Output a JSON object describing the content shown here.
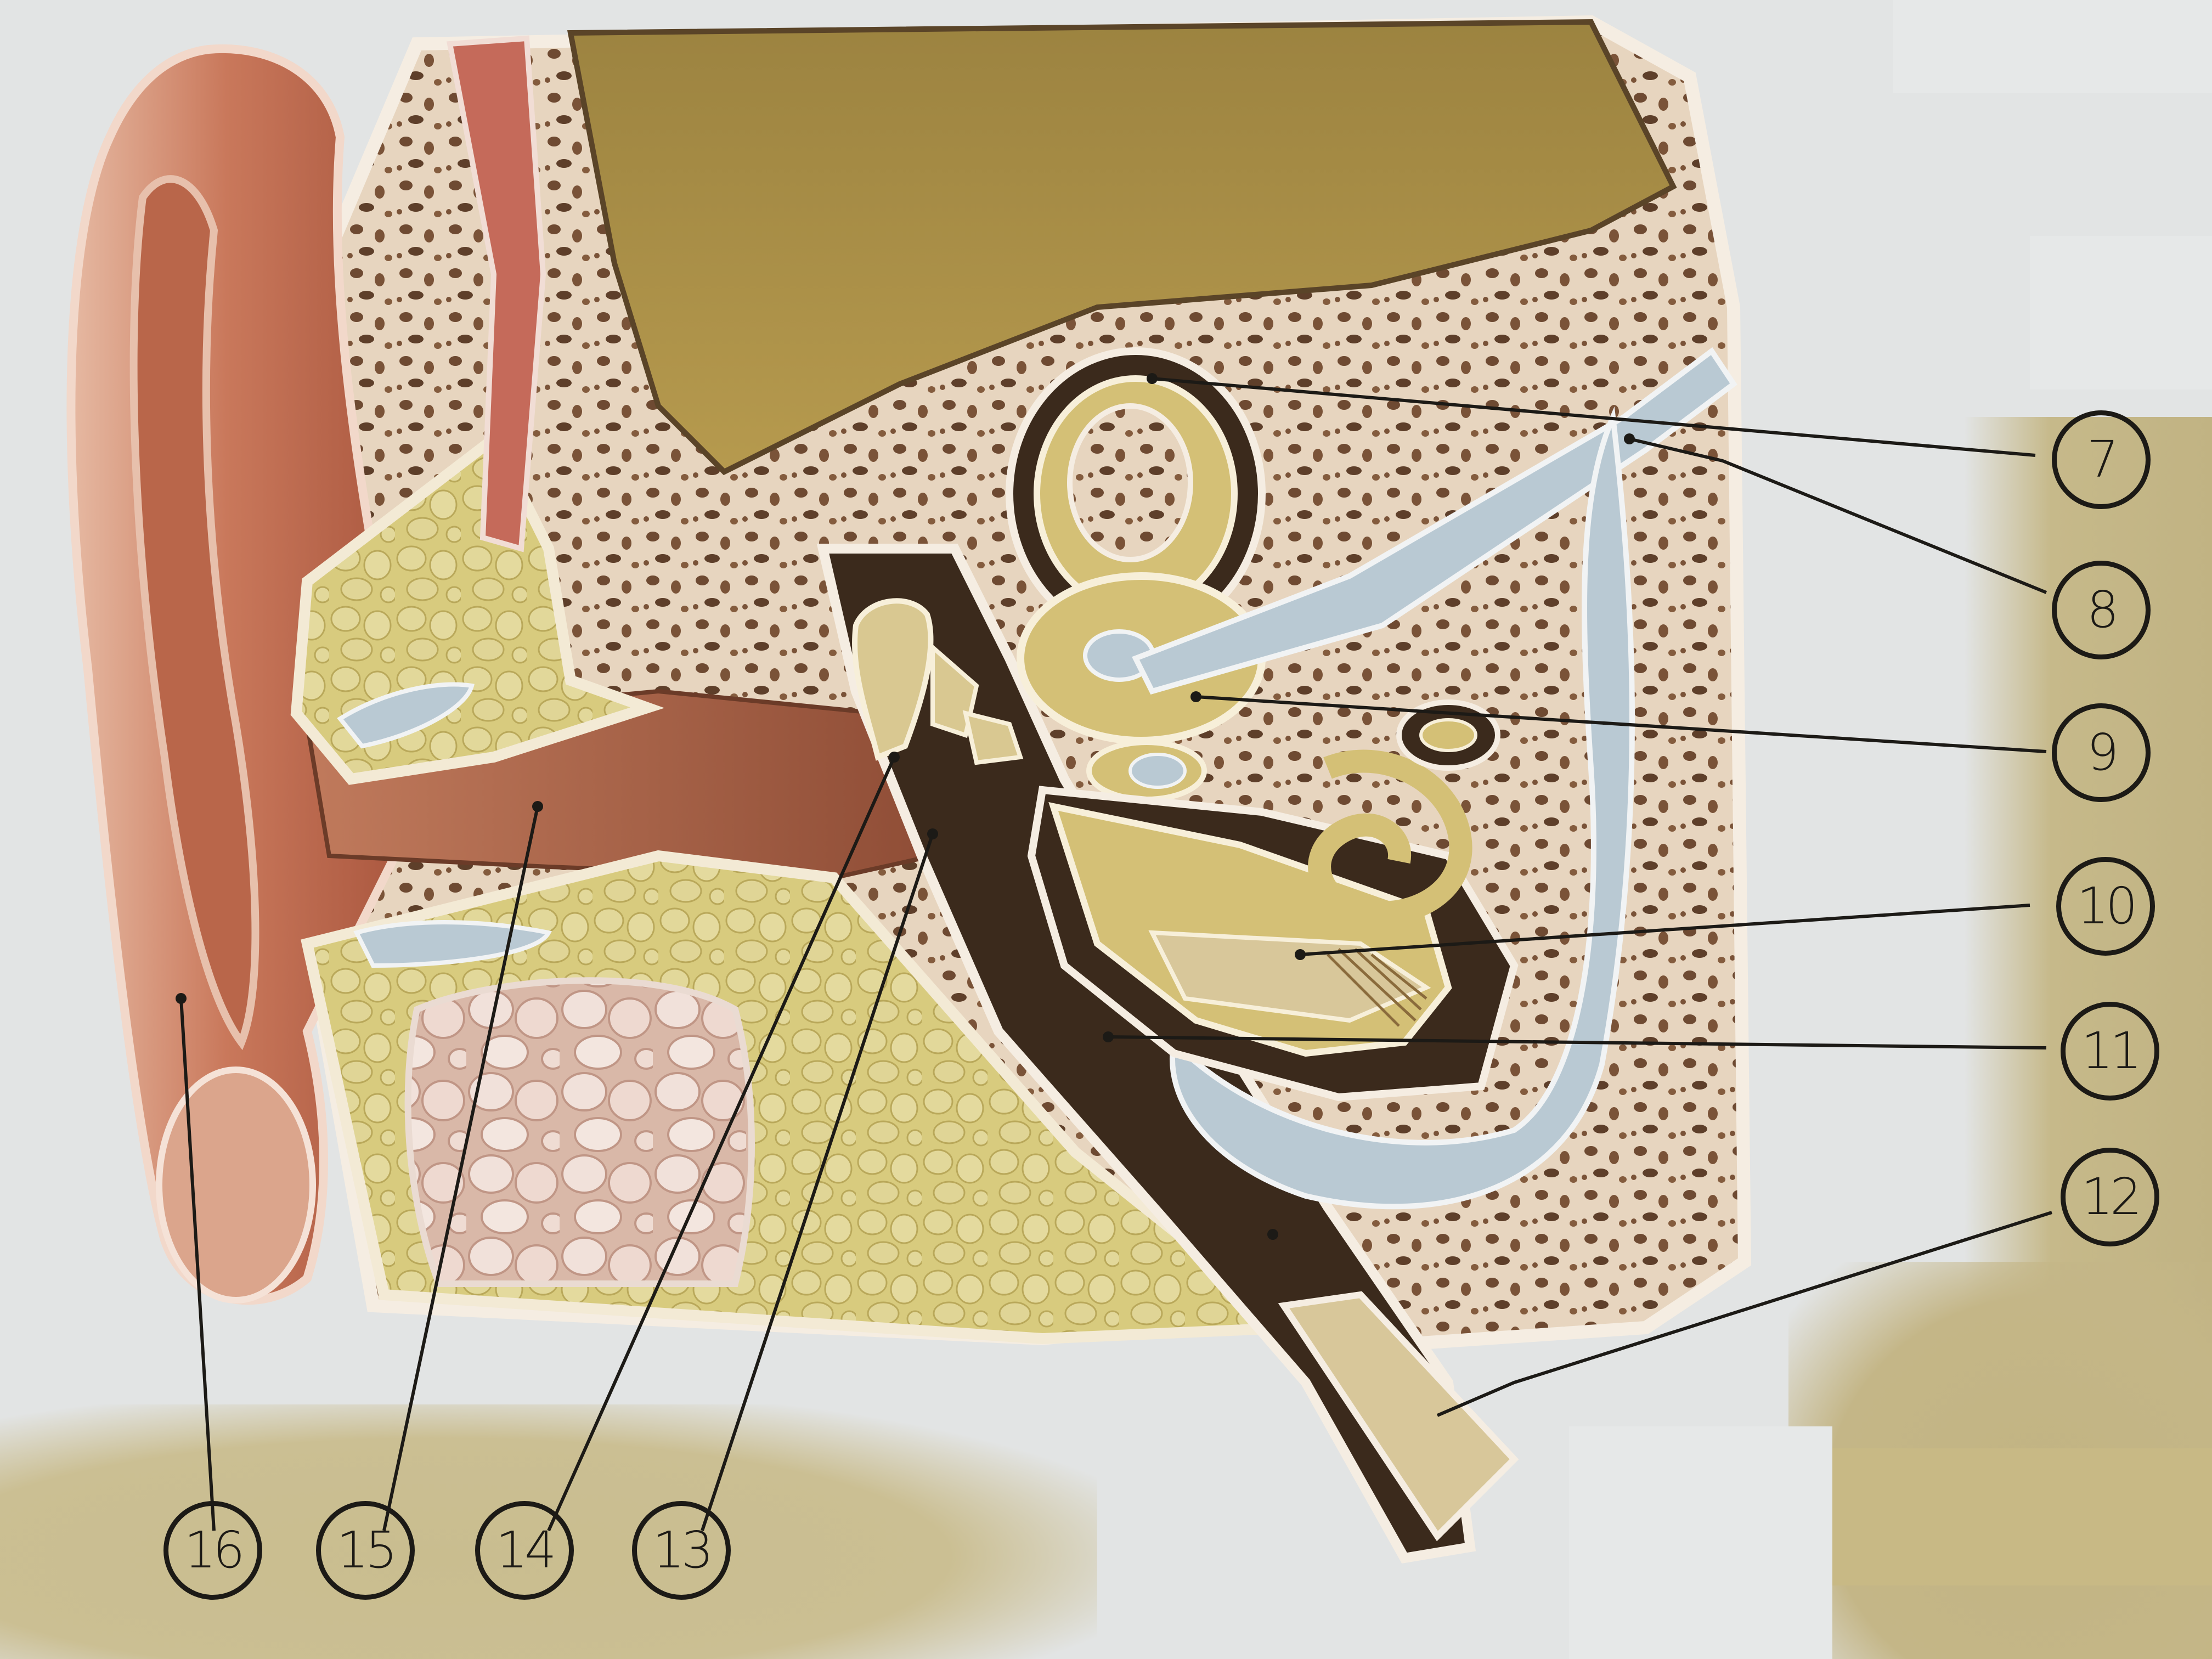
{
  "figure": {
    "labels": [
      {
        "id": "7",
        "text": "7"
      },
      {
        "id": "8",
        "text": "8"
      },
      {
        "id": "9",
        "text": "9"
      },
      {
        "id": "10",
        "text": "10"
      },
      {
        "id": "11",
        "text": "11"
      },
      {
        "id": "12",
        "text": "12"
      },
      {
        "id": "13",
        "text": "13"
      },
      {
        "id": "14",
        "text": "14"
      },
      {
        "id": "15",
        "text": "15"
      },
      {
        "id": "16",
        "text": "16"
      }
    ]
  },
  "colors": {
    "background": "#e2e4e4",
    "paper_tint": "#c6b98a",
    "bone": "#e9d9c4",
    "bone_pores": "#6e4a32",
    "skin": "#c97a5e",
    "cartilage": "#cdbf6c",
    "dark_cavity": "#3b2a1c",
    "nerve_blue": "#b9c9d3",
    "label_ink": "#1c1a16"
  }
}
